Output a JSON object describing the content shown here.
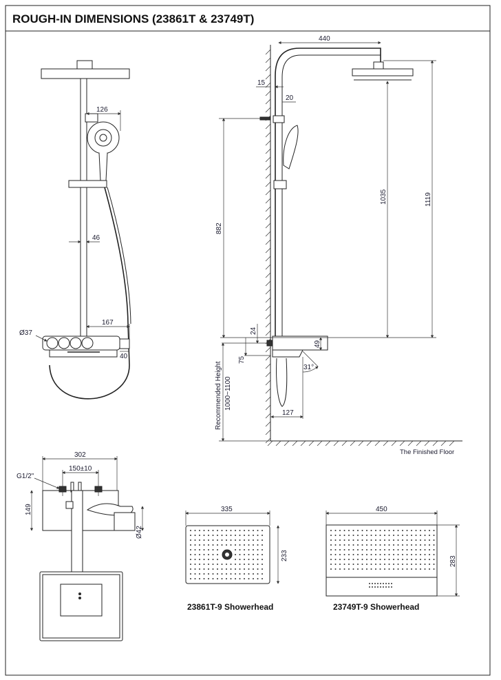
{
  "title": "ROUGH-IN DIMENSIONS (23861T & 23749T)",
  "front_view": {
    "d_126": "126",
    "d_46": "46",
    "d_167": "167",
    "d_37": "Ø37",
    "d_40": "40"
  },
  "side_view": {
    "d_440": "440",
    "d_15": "15",
    "d_20": "20",
    "d_882": "882",
    "d_1035": "1035",
    "d_1119": "1119",
    "d_24": "24",
    "d_49": "49",
    "d_75": "75",
    "angle": "31°",
    "d_127": "127",
    "rec_height_label": "Recommended Height",
    "rec_height_value": "1000~1100",
    "floor_label": "The Finished Floor"
  },
  "top_view": {
    "d_302": "302",
    "d_150": "150±10",
    "thread": "G1/2\"",
    "d_149": "149",
    "d_42": "Ø42"
  },
  "showerheads": [
    {
      "caption": "23861T-9 Showerhead",
      "width": "335",
      "height": "233"
    },
    {
      "caption": "23749T-9 Showerhead",
      "width": "450",
      "height": "283"
    }
  ]
}
